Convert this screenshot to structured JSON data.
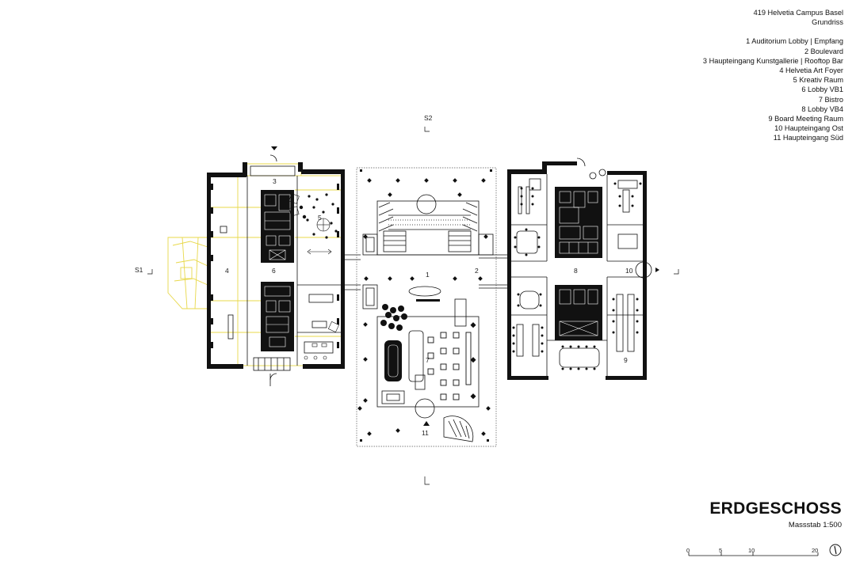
{
  "header": {
    "project": "419 Helvetia Campus Basel",
    "drawing_type": "Grundriss"
  },
  "legend": [
    "1 Auditorium  Lobby | Empfang",
    "2 Boulevard",
    "3 Haupteingang Kunstgallerie | Rooftop Bar",
    "4 Helvetia Art Foyer",
    "5 Kreativ Raum",
    "6 Lobby VB1",
    "7 Bistro",
    "8 Lobby VB4",
    "9 Board Meeting Raum",
    "10 Haupteingang Ost",
    "11 Haupteingang Süd"
  ],
  "plan": {
    "room_numbers": [
      "1",
      "2",
      "3",
      "4",
      "5",
      "6",
      "7",
      "8",
      "9",
      "10",
      "11"
    ],
    "section_marks": [
      "S1",
      "S2"
    ]
  },
  "title": "ERDGESCHOSS",
  "scale": {
    "label": "Massstab 1:500",
    "ticks": [
      "0",
      "5",
      "10",
      "20"
    ]
  },
  "colors": {
    "ink": "#111111",
    "highlight": "#e8d84a",
    "grey": "#888888"
  },
  "icons": [
    "north-arrow-icon"
  ]
}
